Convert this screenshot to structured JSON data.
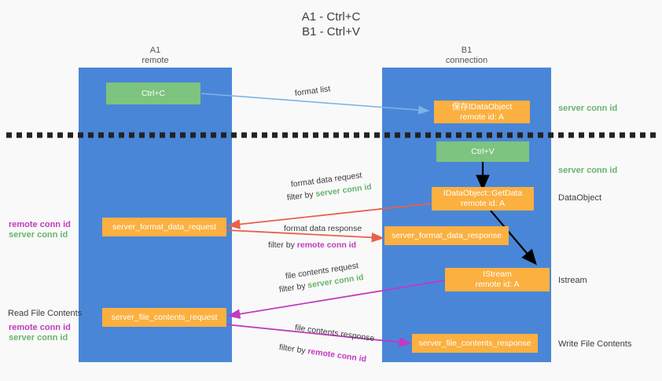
{
  "title": {
    "line1": "A1 - Ctrl+C",
    "line2": "B1 - Ctrl+V"
  },
  "lanes": [
    {
      "name": "A1",
      "sub": "remote"
    },
    {
      "name": "B1",
      "sub": "connection"
    }
  ],
  "boxes": {
    "ctrl_c": "Ctrl+C",
    "ctrl_v": "Ctrl+V",
    "save_idataobject_line1": "保存IDataObject",
    "save_idataobject_line2": "remote id: A",
    "getdata_line1": "IDataObject::GetData",
    "getdata_line2": "remote id: A",
    "istream_line1": "IStream",
    "istream_line2": "remote id: A",
    "server_format_data_request": "server_format_data_request",
    "server_format_data_response": "server_format_data_response",
    "server_file_contents_request": "server_file_contents_request",
    "server_file_contents_response": "server_file_contents_response"
  },
  "edge_labels": {
    "format_list": "format list",
    "format_data_request": "format data request",
    "format_data_response": "format data response",
    "file_contents_request": "file contents request",
    "file_contents_response": "file contents response",
    "filter_by": "filter by ",
    "server_conn_id": "server conn id",
    "remote_conn_id": "remote conn id"
  },
  "side_labels": {
    "server_conn_id_top": "server conn id",
    "server_conn_id_mid": "server conn id",
    "dataobject": "DataObject",
    "istream": "Istream",
    "write_file_contents": "Write File Contents",
    "read_file_contents": "Read File Contents",
    "remote_conn_id": "remote conn id",
    "server_conn_id": "server conn id"
  },
  "colors": {
    "lane": "#4a86d8",
    "green_box": "#7cc47f",
    "orange_box": "#fbb040",
    "green_text": "#69b36d",
    "magenta_text": "#c13ac1",
    "red_arrow": "#e8604c",
    "blue_arrow": "#7fb2e5",
    "black_arrow": "#000000"
  }
}
